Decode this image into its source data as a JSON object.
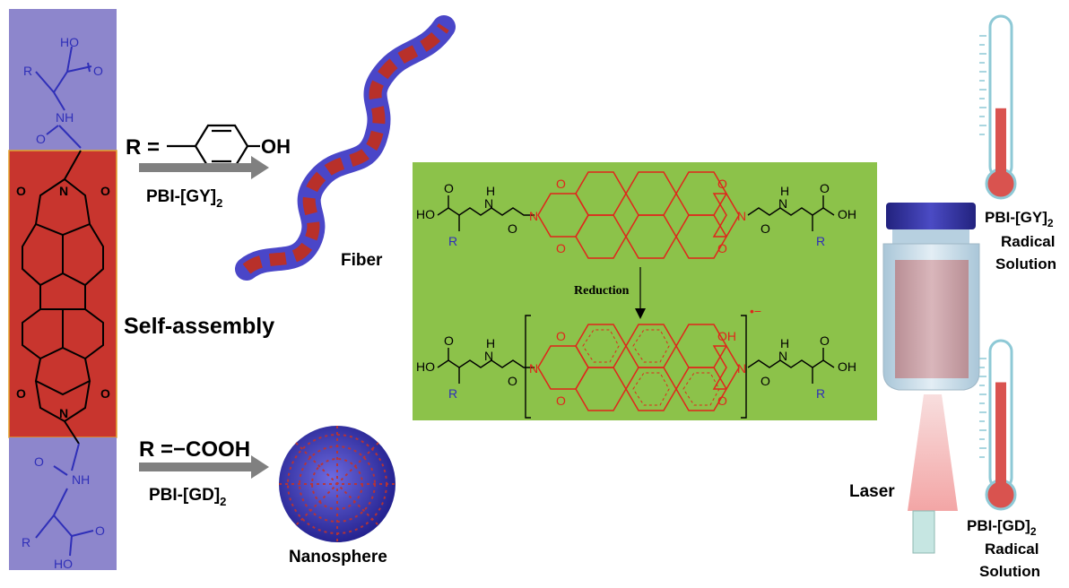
{
  "colors": {
    "blue_panel": "#8d86cc",
    "red_panel": "#c8352e",
    "green_panel": "#8cc24a",
    "peptide_blue": "#2f2fb8",
    "pbi_red": "#e0251b",
    "arrow_gray": "#808080",
    "thermo_red": "#d9534f",
    "cap_blue": "#2e2e9c"
  },
  "left_molecule": {
    "atoms_top": [
      "HO",
      "O",
      "R",
      "NH",
      "O"
    ],
    "atoms_mid": [
      "O",
      "N",
      "O",
      "O",
      "N",
      "O"
    ],
    "atoms_bottom": [
      "O",
      "NH",
      "R",
      "O",
      "HO"
    ]
  },
  "top_route": {
    "r_prefix": "R =",
    "r_group": "OH",
    "compound_main": "PBI-[GY]",
    "compound_sub": "2",
    "product_label": "Fiber",
    "product_icon": "fiber-helix-icon"
  },
  "bottom_route": {
    "r_label": "R =−COOH",
    "compound_main": "PBI-[GD]",
    "compound_sub": "2",
    "product_label": "Nanosphere",
    "product_icon": "nanosphere-icon"
  },
  "center_label": "Self-assembly",
  "green_panel": {
    "reduction_label": "Reduction",
    "radical_mark": "•−",
    "top_atoms": [
      "O",
      "HO",
      "N",
      "H",
      "N",
      "O",
      "O",
      "O",
      "N",
      "O",
      "N",
      "H",
      "O",
      "OH",
      "R",
      "O",
      "O",
      "R"
    ],
    "bottom_atoms": [
      "O",
      "HO",
      "N",
      "H",
      "N",
      "O",
      "O",
      "OH",
      "N",
      "O",
      "N",
      "H",
      "O",
      "OH",
      "R",
      "O",
      "O",
      "R"
    ]
  },
  "right_side": {
    "laser_label": "Laser",
    "vial_icon": "vial-icon",
    "thermometer_top": {
      "icon": "thermometer-icon",
      "fill_level": 0.45,
      "name_main": "PBI-[GY]",
      "name_sub": "2",
      "line2": "Radical",
      "line3": "Solution"
    },
    "thermometer_bottom": {
      "icon": "thermometer-icon",
      "fill_level": 0.75,
      "name_main": "PBI-[GD]",
      "name_sub": "2",
      "line2": "Radical",
      "line3": "Solution"
    }
  }
}
